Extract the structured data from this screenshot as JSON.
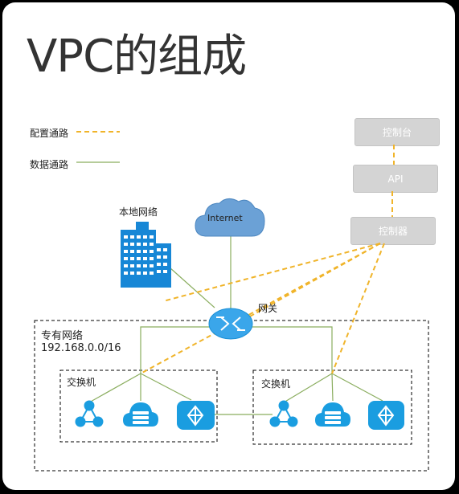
{
  "title": "VPC的组成",
  "legend": {
    "config_path": "配置通路",
    "data_path": "数据通路"
  },
  "control": {
    "console": "控制台",
    "api": "API",
    "controller": "控制器"
  },
  "nodes": {
    "local_network": "本地网络",
    "internet": "Internet",
    "gateway": "网关"
  },
  "vpc": {
    "name": "专有网络",
    "cidr": "192.168.0.0/16",
    "switch_left": "交换机",
    "switch_right": "交换机"
  },
  "colors": {
    "config_line": "#f0b42a",
    "data_line": "#8aad5e",
    "icon_blue": "#1a9de0",
    "box_gray": "#d4d4d4"
  }
}
